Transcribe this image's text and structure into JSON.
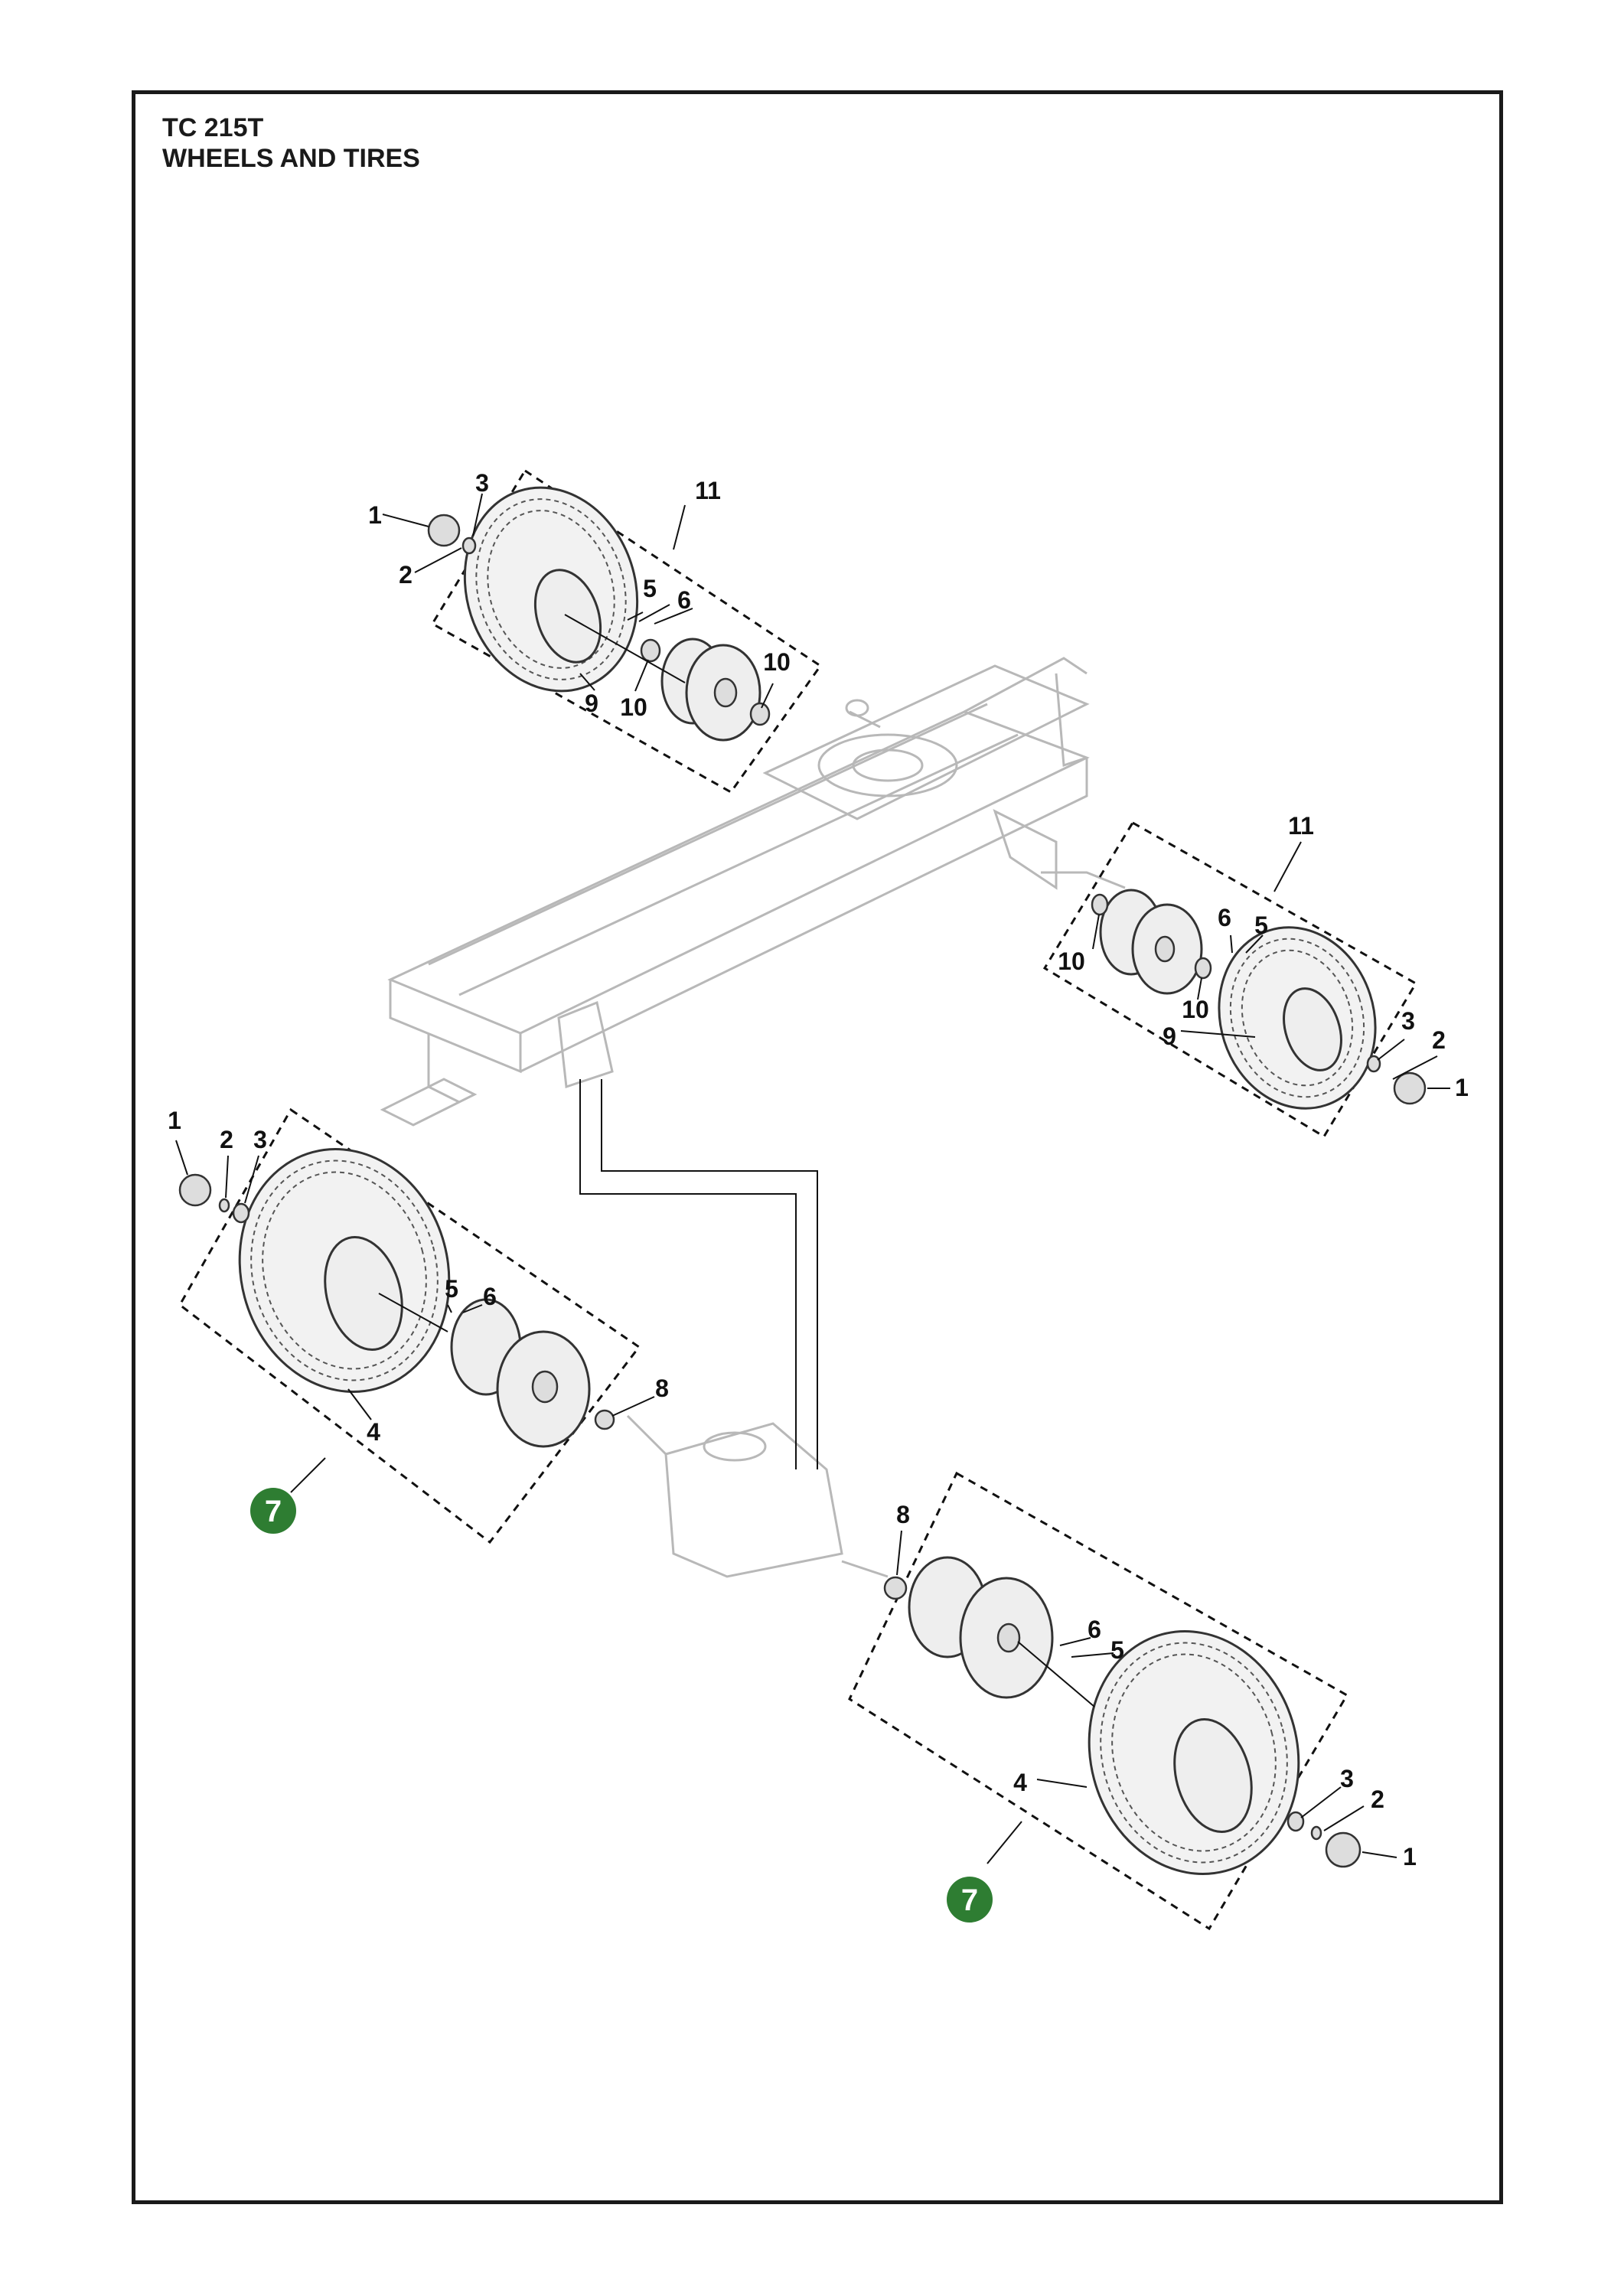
{
  "header": {
    "model": "TC 215T",
    "title": "WHEELS AND TIRES"
  },
  "colors": {
    "badge": "#2e7d32",
    "line": "#111111",
    "ghost": "#b8b8b8"
  },
  "callouts": {
    "fl_1": "1",
    "fl_2": "2",
    "fl_3": "3",
    "fl_5": "5",
    "fl_6": "6",
    "fl_9": "9",
    "fl_10a": "10",
    "fl_10b": "10",
    "fl_11": "11",
    "fr_1": "1",
    "fr_2": "2",
    "fr_3": "3",
    "fr_5": "5",
    "fr_6": "6",
    "fr_9": "9",
    "fr_10a": "10",
    "fr_10b": "10",
    "fr_11": "11",
    "rl_1": "1",
    "rl_2": "2",
    "rl_3": "3",
    "rl_4": "4",
    "rl_5": "5",
    "rl_6": "6",
    "rl_8": "8",
    "rl_7": "7",
    "rr_1": "1",
    "rr_2": "2",
    "rr_3": "3",
    "rr_4": "4",
    "rr_5": "5",
    "rr_6": "6",
    "rr_8": "8",
    "rr_7": "7"
  }
}
